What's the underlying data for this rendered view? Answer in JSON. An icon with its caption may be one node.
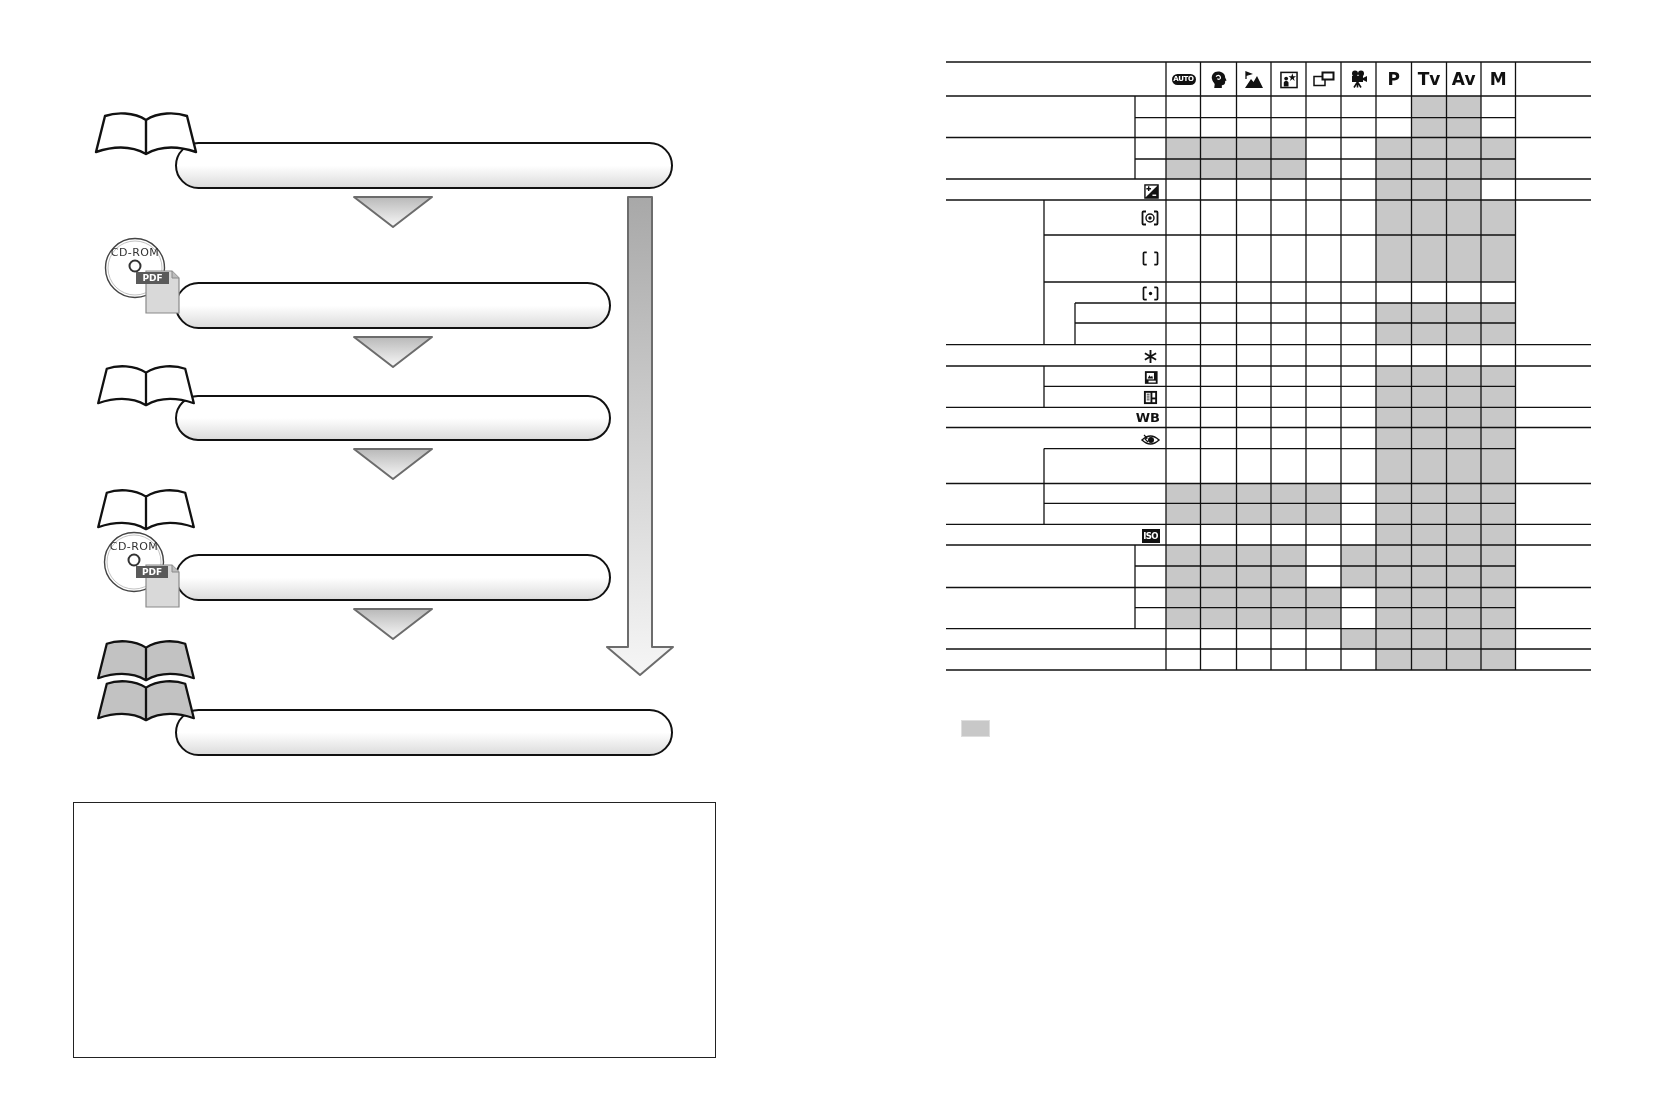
{
  "diagram": {
    "nodes": [
      {
        "text": [],
        "shape": "bar"
      },
      {
        "text": [],
        "shape": "bar"
      },
      {
        "text": [],
        "shape": "bar"
      },
      {
        "text": [],
        "shape": "bar"
      },
      {
        "text": [],
        "shape": "bar"
      },
      {
        "text": [],
        "shape": "box"
      }
    ],
    "edges": [
      {
        "from": 0,
        "to": 1,
        "arrow": "to"
      },
      {
        "from": 1,
        "to": 2,
        "arrow": "to"
      },
      {
        "from": 2,
        "to": 3,
        "arrow": "to"
      },
      {
        "from": 3,
        "to": 4,
        "arrow": "to"
      },
      {
        "from": 0,
        "to": 4,
        "arrow": "to",
        "style": "thick"
      }
    ],
    "labels": [
      "CD-ROM",
      "PDF",
      "CD-ROM",
      "PDF",
      "AUTO",
      "P",
      "Tv",
      "Av",
      "M",
      "WB",
      "ISO"
    ]
  }
}
